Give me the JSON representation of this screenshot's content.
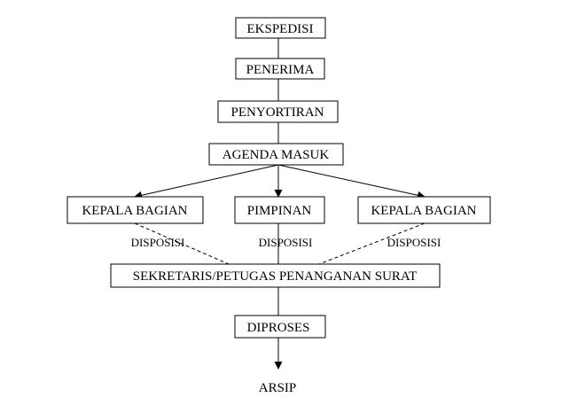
{
  "diagram": {
    "nodes": {
      "ekspedisi": "EKSPEDISI",
      "penerima": "PENERIMA",
      "penyortiran": "PENYORTIRAN",
      "agenda_masuk": "AGENDA MASUK",
      "kepala_bagian_left": "KEPALA BAGIAN",
      "pimpinan": "PIMPINAN",
      "kepala_bagian_right": "KEPALA BAGIAN",
      "sekretaris": "SEKRETARIS/PETUGAS PENANGANAN SURAT",
      "diproses": "DIPROSES",
      "arsip": "ARSIP"
    },
    "edge_labels": {
      "disposisi_left": "DISPOSISI",
      "disposisi_center": "DISPOSISI",
      "disposisi_right": "DISPOSISI"
    }
  }
}
